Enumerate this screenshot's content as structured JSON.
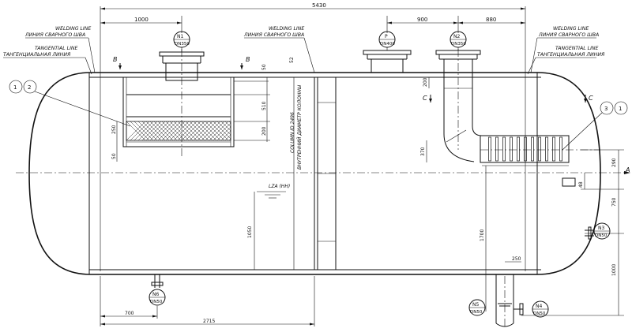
{
  "dimensions": {
    "overall": "5430",
    "left_offset": "1000",
    "right_offset_a": "900",
    "right_offset_b": "880",
    "dim_50_a": "50",
    "dim_52": "52",
    "dim_510": "510",
    "dim_250": "250",
    "dim_200_mesh": "200",
    "dim_50_b": "50",
    "dim_200_pipe": "200",
    "dim_370": "370",
    "dim_1050": "1050",
    "dim_1700": "1700",
    "dim_250_h4": "250",
    "dim_290": "290",
    "dim_48": "48",
    "dim_750": "750",
    "dim_1000": "1000",
    "bottom_700": "700",
    "bottom_2715": "2715",
    "column_id": "COLUMN ID 2496",
    "column_id_ru": "ВНУТРЕННИЙ ДИАМЕТР КОЛОННЫ"
  },
  "labels": {
    "welding_line_en": "WELDING LINE",
    "welding_line_ru": "ЛИНИЯ СВАРНОГО ШВА",
    "tangential_en": "TANGENTIAL LINE",
    "tangential_ru": "ТАНГЕНЦИАЛЬНАЯ ЛИНИЯ",
    "lza": "LZA (HH)",
    "section_b": "B",
    "section_c": "C",
    "section_a": "A"
  },
  "nozzles": [
    {
      "tag": "N1",
      "size": "DN350"
    },
    {
      "tag": "P",
      "size": "DN400"
    },
    {
      "tag": "N2",
      "size": "DN350"
    },
    {
      "tag": "N3",
      "size": "DN50"
    },
    {
      "tag": "N4",
      "size": "DN50"
    },
    {
      "tag": "N5",
      "size": "DN50"
    },
    {
      "tag": "N6",
      "size": "DN50"
    }
  ],
  "callouts": [
    "1",
    "2",
    "3",
    "1"
  ]
}
